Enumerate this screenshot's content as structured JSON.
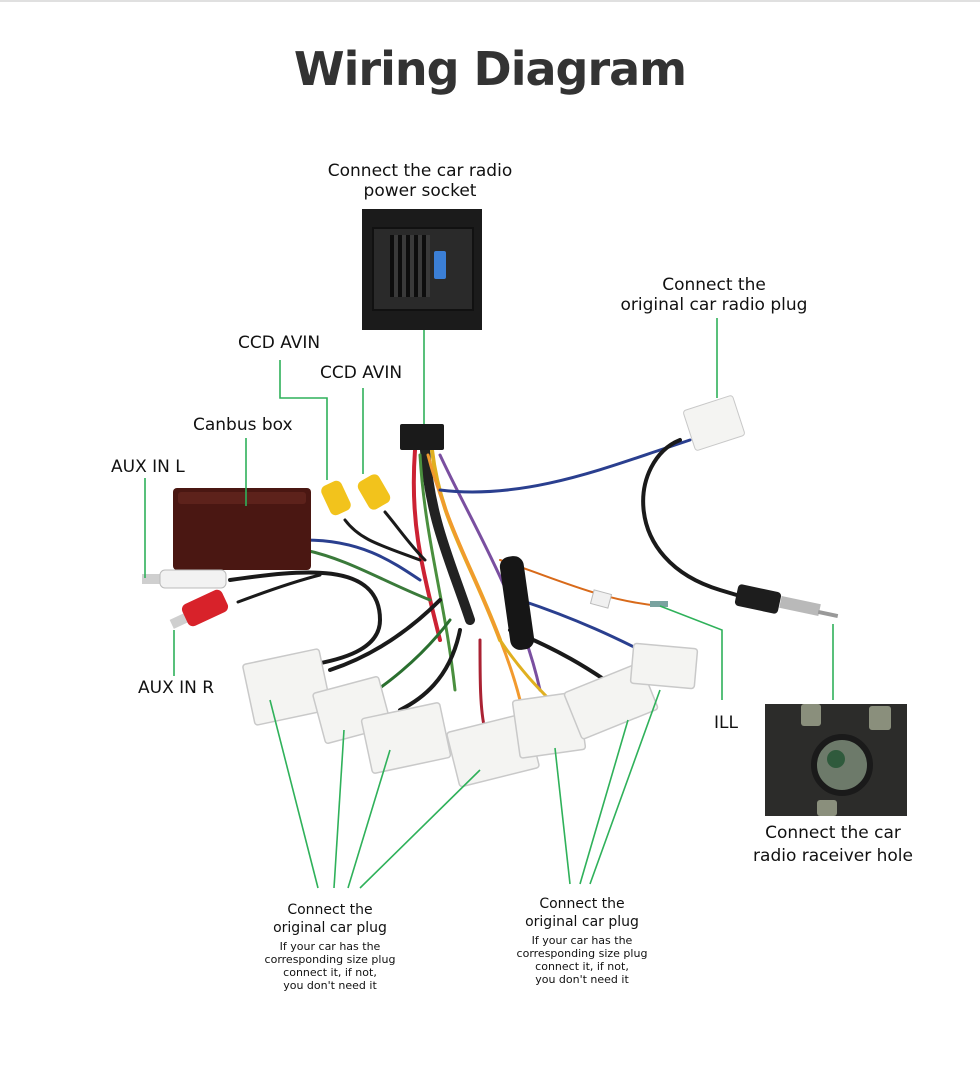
{
  "title": "Wiring Diagram",
  "labels": {
    "power_socket_line1": "Connect the car radio",
    "power_socket_line2": "power socket",
    "original_plug_top_line1": "Connect the",
    "original_plug_top_line2": "original car radio plug",
    "ccd_avin_1": "CCD AVIN",
    "ccd_avin_2": "CCD AVIN",
    "canbus_box": "Canbus box",
    "aux_in_l": "AUX IN L",
    "aux_in_r": "AUX IN R",
    "ill": "ILL",
    "receiver_hole_line1": "Connect the  car",
    "receiver_hole_line2": "radio raceiver hole"
  },
  "bottom_notes": [
    {
      "line1": "Connect the",
      "line2": "original car plug",
      "note": [
        "If your car has the",
        "corresponding size plug",
        "connect it, if not,",
        "you don't need it"
      ]
    },
    {
      "line1": "Connect the",
      "line2": "original car plug",
      "note": [
        "If your car has the",
        "corresponding size plug",
        "connect it, if not,",
        "you don't need it"
      ]
    }
  ],
  "colors": {
    "leader_line": "#2fb15a",
    "title": "#333333",
    "canbus_box": "#4a1712",
    "rca_yellow": "#f2c31c",
    "rca_red": "#d8222a",
    "plug_white": "#f4f4f2"
  }
}
